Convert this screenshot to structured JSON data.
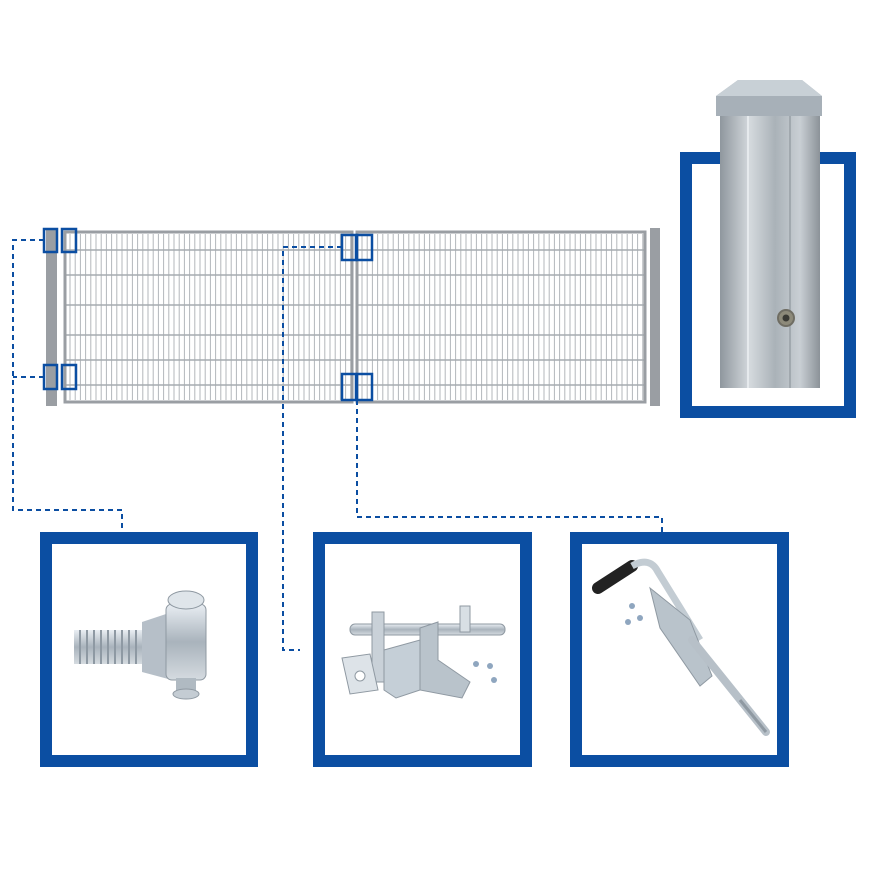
{
  "colors": {
    "accent_blue": "#0b4ea2",
    "frame_gray": "#9a9ea3",
    "post_gray": "#b9c0c6",
    "background": "#ffffff"
  },
  "figure": {
    "main_item": "double-gate-icon",
    "detail_panels": [
      {
        "id": "post",
        "icon": "square-post-icon"
      },
      {
        "id": "hinge",
        "icon": "hinge-bolt-icon"
      },
      {
        "id": "slide-bolt",
        "icon": "slide-bolt-latch-icon"
      },
      {
        "id": "drop-bolt",
        "icon": "ground-drop-bolt-icon"
      }
    ]
  }
}
